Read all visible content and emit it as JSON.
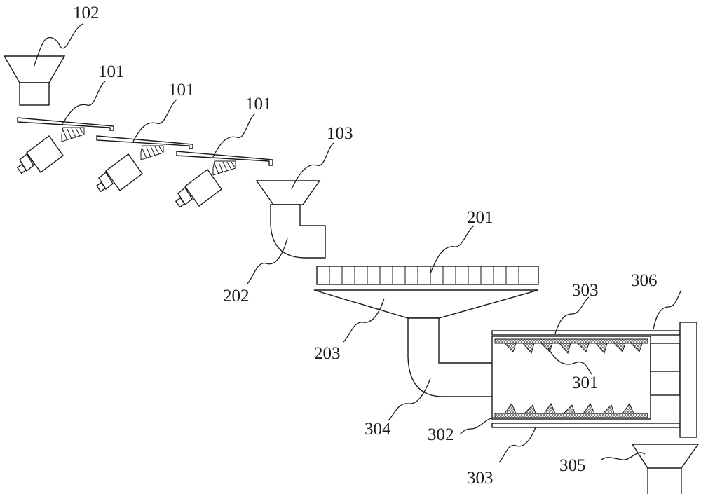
{
  "labels": {
    "l102": "102",
    "l101a": "101",
    "l101b": "101",
    "l101c": "101",
    "l103": "103",
    "l201": "201",
    "l202": "202",
    "l203": "203",
    "l303top": "303",
    "l306": "306",
    "l301": "301",
    "l304": "304",
    "l302": "302",
    "l303bottom": "303",
    "l305": "305"
  }
}
